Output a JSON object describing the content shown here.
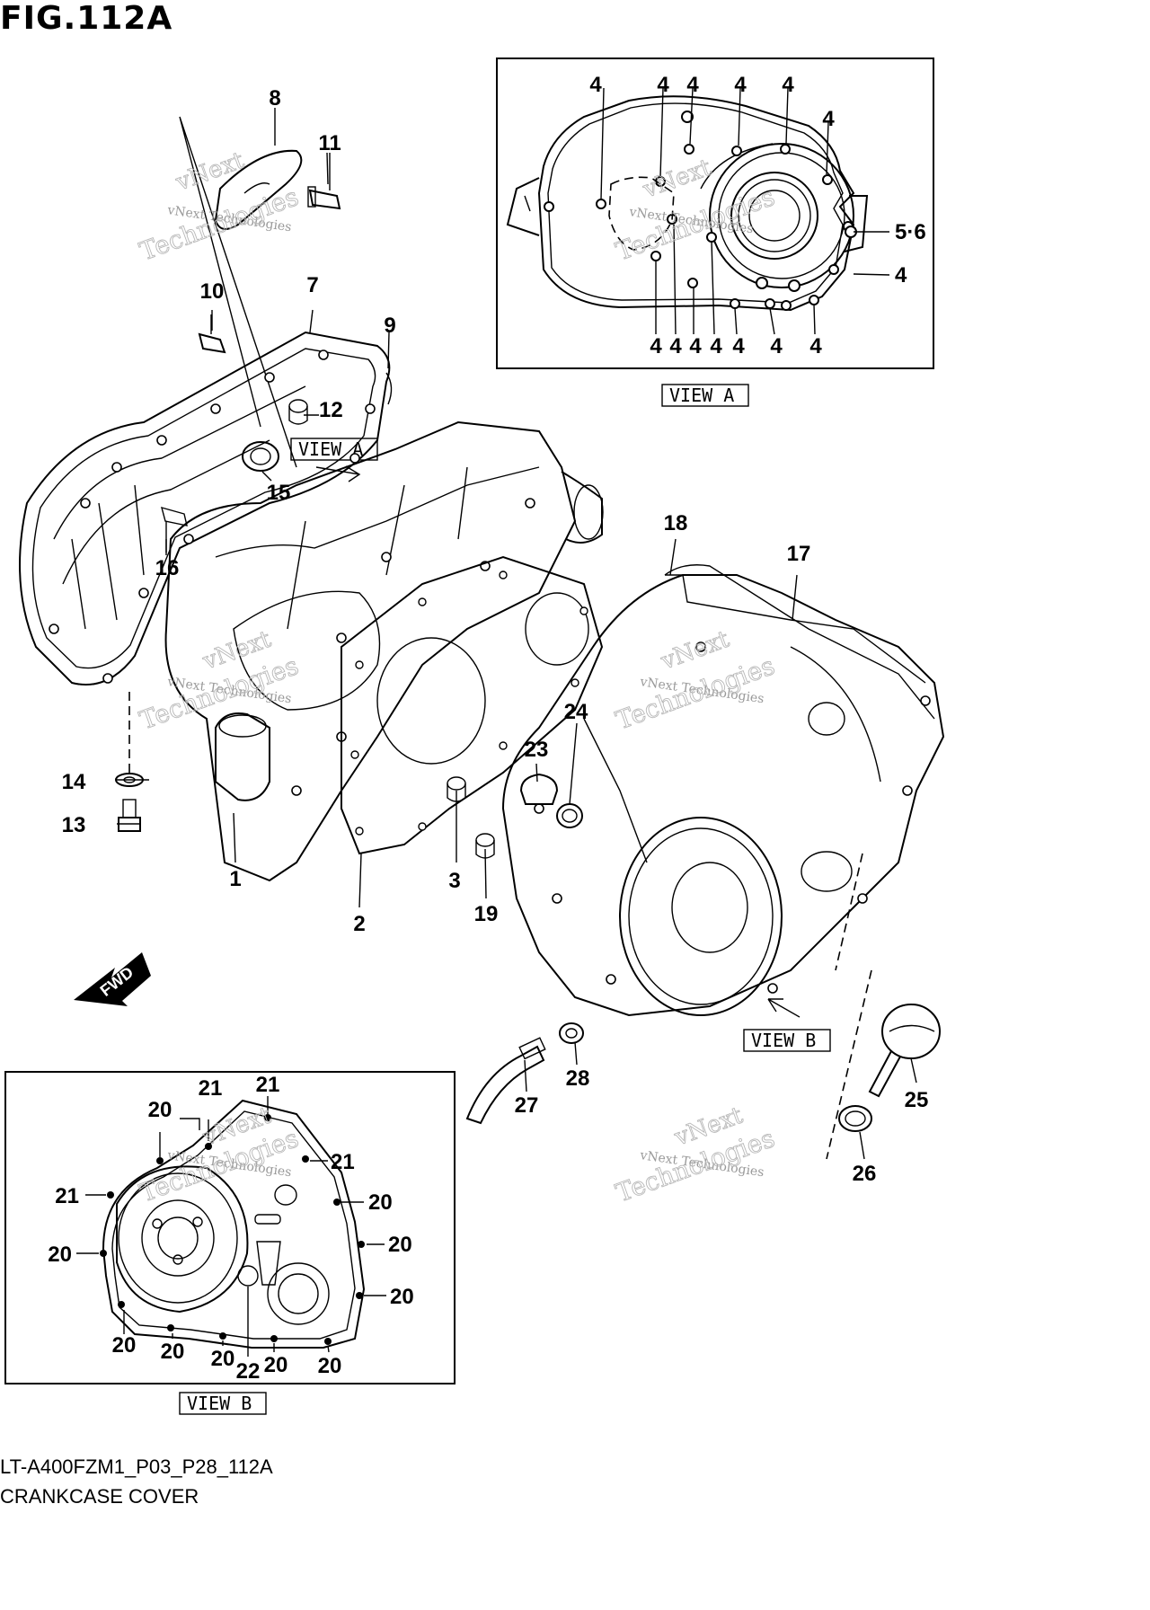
{
  "figure": {
    "title": "FIG.112A",
    "code": "LT-A400FZM1_P03_P28_112A",
    "name": "CRANKCASE COVER"
  },
  "view_labels": {
    "view_a": "VIEW A",
    "view_b": "VIEW B"
  },
  "fwd_label": "FWD",
  "watermark": {
    "line1": "vNext Technologies",
    "line2": "vNext",
    "line3": "Technologies"
  },
  "callouts_main": {
    "c1": "1",
    "c2": "2",
    "c3": "3",
    "c7": "7",
    "c8": "8",
    "c9": "9",
    "c10": "10",
    "c11": "11",
    "c12": "12",
    "c13": "13",
    "c14": "14",
    "c15": "15",
    "c16": "16",
    "c17": "17",
    "c18": "18",
    "c19": "19",
    "c23": "23",
    "c24": "24",
    "c25": "25",
    "c26": "26",
    "c27": "27",
    "c28": "28"
  },
  "callouts_view_a": {
    "top": [
      "4",
      "4",
      "4",
      "4",
      "4"
    ],
    "right_upper": "4",
    "right_mid": "5·6",
    "right_lower": "4",
    "bottom": [
      "4",
      "4",
      "4",
      "4",
      "4",
      "4",
      "4"
    ]
  },
  "callouts_view_b": {
    "top_21a": "21",
    "top_21b": "21",
    "top_20": "20",
    "right_21": "21",
    "right_20a": "20",
    "right_20b": "20",
    "right_20c": "20",
    "left_21": "21",
    "left_20": "20",
    "bottom": [
      "20",
      "20",
      "20",
      "22",
      "20",
      "20"
    ]
  },
  "colors": {
    "line": "#000000",
    "background": "#ffffff",
    "watermark": "#9a9a9a"
  }
}
